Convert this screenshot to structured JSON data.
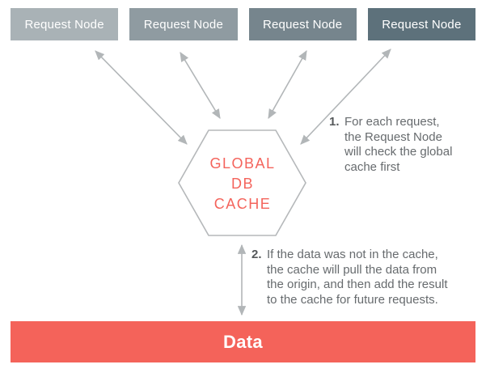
{
  "request_nodes": [
    {
      "label": "Request Node",
      "color": "#a9b2b6"
    },
    {
      "label": "Request Node",
      "color": "#8f9ba1"
    },
    {
      "label": "Request Node",
      "color": "#76858d"
    },
    {
      "label": "Request Node",
      "color": "#5d717b"
    }
  ],
  "cache_hexagon": {
    "lines": [
      "GLOBAL",
      "DB",
      "CACHE"
    ],
    "text_color": "#f4645c",
    "outline_color": "#b5b8ba"
  },
  "annotations": [
    {
      "number": "1.",
      "text": "For each request,\nthe Request Node\nwill check the global\ncache first"
    },
    {
      "number": "2.",
      "text": "If the data was not in the cache,\nthe cache will pull the data from\nthe origin, and then add the result\nto the cache for future requests."
    }
  ],
  "data_bar": {
    "label": "Data",
    "color": "#f4635a",
    "text_color": "#ffffff"
  },
  "arrows": {
    "color": "#b2b6b8",
    "style": "double-headed"
  }
}
